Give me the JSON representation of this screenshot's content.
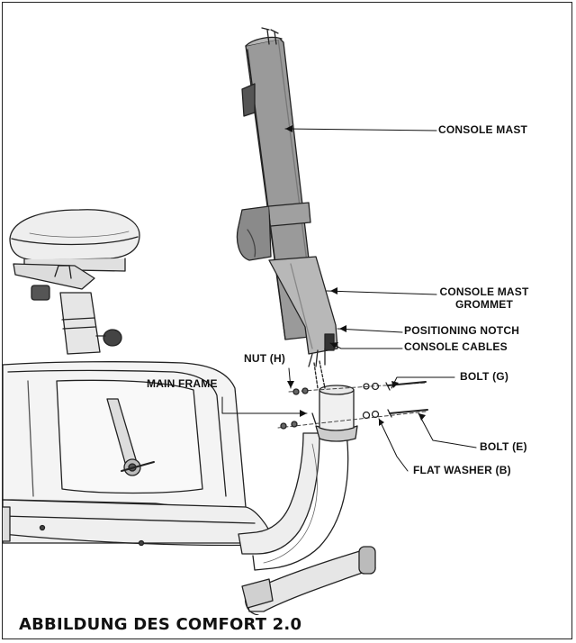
{
  "labels": {
    "console_mast": "CONSOLE MAST",
    "console_mast_grommet": "CONSOLE MAST\nGROMMET",
    "positioning_notch": "POSITIONING NOTCH",
    "console_cables": "CONSOLE CABLES",
    "nut_h": "NUT (H)",
    "main_frame": "MAIN FRAME",
    "bolt_g": "BOLT (G)",
    "bolt_e": "BOLT (E)",
    "flat_washer_b": "FLAT WASHER (B)"
  },
  "caption": "ABBILDUNG DES COMFORT 2.0"
}
